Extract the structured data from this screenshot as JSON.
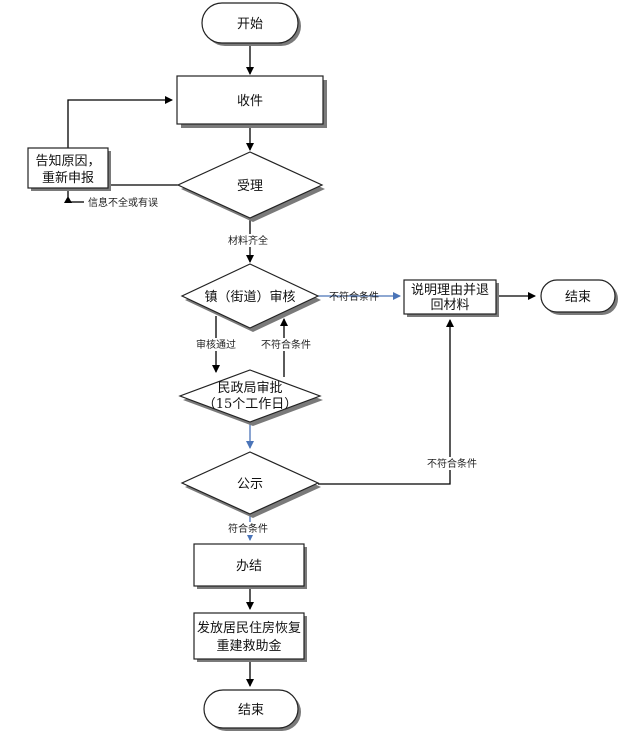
{
  "nodes": {
    "start": "开始",
    "receive": "收件",
    "notify_line1": "告知原因，",
    "notify_line2": "重新申报",
    "accept": "受理",
    "town_review": "镇（街道）审核",
    "explain_line1": "说明理由并退",
    "explain_line2": "回材料",
    "end_right": "结束",
    "bureau_line1": "民政局审批",
    "bureau_line2": "（15个工作日）",
    "publicize": "公示",
    "complete": "办结",
    "grant_line1": "发放居民住房恢复",
    "grant_line2": "重建救助金",
    "end_bottom": "结束"
  },
  "edge_labels": {
    "incomplete": "信息不全或有误",
    "materials_complete": "材料齐全",
    "not_qualified_1": "不符合条件",
    "review_passed": "审核通过",
    "not_qualified_2": "不符合条件",
    "not_qualified_3": "不符合条件",
    "qualified": "符合条件"
  },
  "colors": {
    "stroke": "#000000",
    "accent_arrow": "#4a74b8",
    "shadow": "#7a7a7a"
  }
}
